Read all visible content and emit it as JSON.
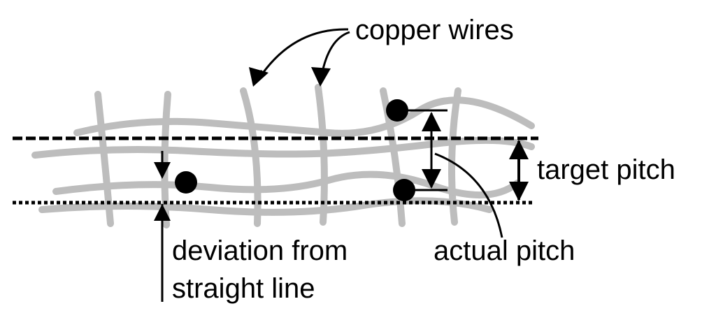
{
  "diagram": {
    "labels": {
      "copper_wires": "copper wires",
      "target_pitch": "target pitch",
      "actual_pitch": "actual pitch",
      "deviation_line1": "deviation from",
      "deviation_line2": "straight line"
    },
    "colors": {
      "wire": "#bdbdbd",
      "ink": "#000000",
      "background": "#ffffff"
    }
  }
}
